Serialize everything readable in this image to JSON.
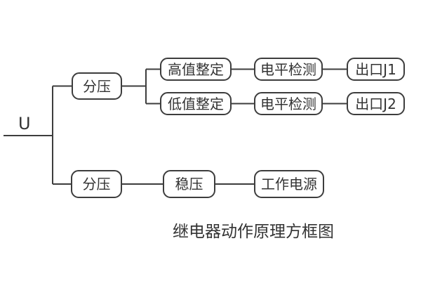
{
  "diagram": {
    "title": "继电器动作原理方框图",
    "input_label": "U",
    "colors": {
      "line": "#3d3d3d",
      "text": "#333333",
      "background": "#ffffff"
    },
    "nodes": {
      "divider_top": "分压",
      "high_setting": "高值整定",
      "level_detect_1": "电平检测",
      "output_j1": "出口J1",
      "low_setting": "低值整定",
      "level_detect_2": "电平检测",
      "output_j2": "出口J2",
      "divider_bottom": "分压",
      "regulator": "稳压",
      "working_power": "工作电源"
    }
  }
}
